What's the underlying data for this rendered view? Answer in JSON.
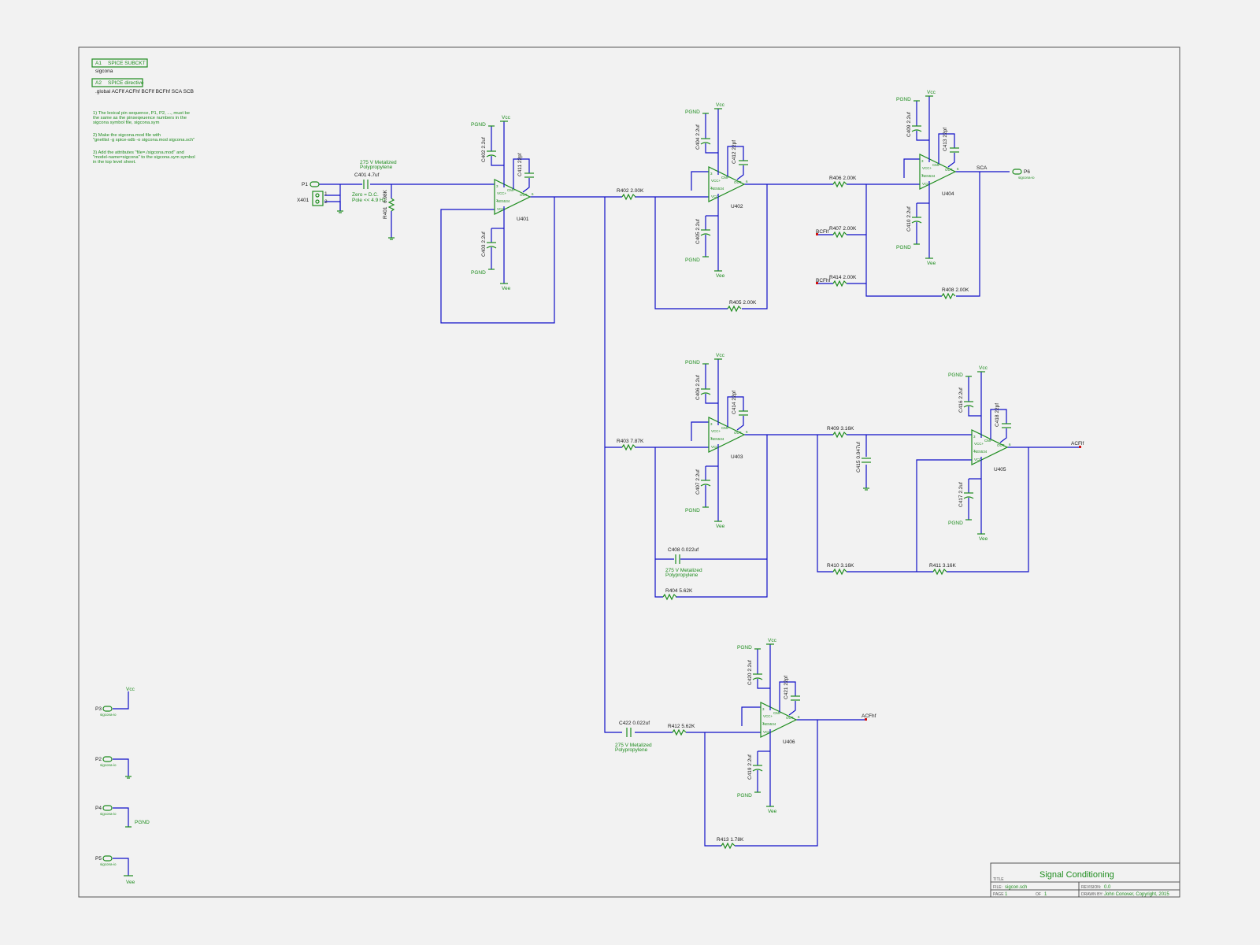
{
  "attributes": [
    {
      "tag": "A1",
      "label": "SPICE SUBCKT",
      "value": "sigcona"
    },
    {
      "tag": "A2",
      "label": "SPICE directive",
      "value": ".global ACFlf ACFhf BCFlf BCFhf SCA SCB"
    }
  ],
  "notes": [
    [
      "1) The lexical pin sequence, P1, P2, ..., must be",
      "the same as the pinseqeuence numbers in the",
      "sigcona symbol file, sigcona.sym"
    ],
    [
      "2) Make the sigcona.mod file with",
      "\"gnetlist -g spice-sdb -o sigcona.mod sigcona.sch\""
    ],
    [
      "3) Add the attributes \"file=./sigcona.mod\" and",
      "\"model-name=sigcona\" to the sigcona.sym symbol",
      "in the top level sheet."
    ]
  ],
  "nets": {
    "pgnd": "PGND",
    "vcc": "Vcc",
    "vee": "Vee"
  },
  "ports": {
    "p1": "P1",
    "p2": "P2",
    "p3": "P3",
    "p4": "P4",
    "p5": "P5",
    "p6": "P6"
  },
  "connector": {
    "ref": "X401",
    "pin1": "1",
    "pin2": "2"
  },
  "input_stage": {
    "cap_ref": "C401",
    "cap_val": "4.7uf",
    "cap_note1": "275 V Metalized",
    "cap_note2": "Polypropylene",
    "zero_note1": "Zero = D.C.",
    "zero_note2": "Pole << 4.9 Hz",
    "res_ref": "R401",
    "res_val": "6.98K"
  },
  "opamps": [
    {
      "ref": "U401",
      "part": "NE5534",
      "bypass_top": "C402 2.2uf",
      "bypass_bot": "C403 2.2uf",
      "comp": "C411 22pf"
    },
    {
      "ref": "U402",
      "part": "NE5534",
      "bypass_top": "C404 2.2uf",
      "bypass_bot": "C405 2.2uf",
      "comp": "C412 22pf"
    },
    {
      "ref": "U403",
      "part": "NE5534",
      "bypass_top": "C406 2.2uf",
      "bypass_bot": "C407 2.2uf",
      "comp": "C414 22pf"
    },
    {
      "ref": "U404",
      "part": "NE5534",
      "bypass_top": "C409 2.2uf",
      "bypass_bot": "C410 2.2uf",
      "comp": "C413 22pf"
    },
    {
      "ref": "U405",
      "part": "NE5534",
      "bypass_top": "C416 2.2uf",
      "bypass_bot": "C417 2.2uf",
      "comp": "C418 22pf"
    },
    {
      "ref": "U406",
      "part": "NE5534",
      "bypass_top": "C420 2.2uf",
      "bypass_bot": "C419 2.2uf",
      "comp": "C421 22pf"
    }
  ],
  "opamp_pins": {
    "vcc_p": "VCC+",
    "vcc_n": "VCC-",
    "cmp": "CMP",
    "out": "OUT",
    "p2": "2",
    "p3": "3",
    "p4": "4",
    "p6": "6",
    "p7": "7",
    "p8": "8",
    "p5": "5"
  },
  "resistors": {
    "r402": "R402  2.00K",
    "r403": "R403  7.87K",
    "r404": "R404  5.62K",
    "r405": "R405  2.00K",
    "r406": "R406  2.00K",
    "r407": "R407  2.00K",
    "r408": "R408  2.00K",
    "r409": "R409 3.16K",
    "r410": "R410 3.16K",
    "r411": "R411 3.16K",
    "r412": "R412  5.62K",
    "r413": "R413  1.78K",
    "r414": "R414  2.00K"
  },
  "caps": {
    "c408": "C408 0.022uf",
    "c408_n1": "275 V Metalized",
    "c408_n2": "Polypropylene",
    "c415": "C415 0.047uf",
    "c422": "C422 0.022uf",
    "c422_n1": "275 V Metalized",
    "c422_n2": "Polypropylene"
  },
  "signals": {
    "bcflf": "BCFlf",
    "bcfhf": "BCFhf",
    "sca": "SCA",
    "acflf": "ACFlf",
    "acfhf": "ACFhf"
  },
  "title_block": {
    "title_key": "TITLE",
    "title": "Signal Conditioning",
    "file_key": "FILE:",
    "file": "sigcon.sch",
    "page_key": "PAGE",
    "page": "1",
    "of_key": "OF",
    "of": "1",
    "rev_key": "REVISION:",
    "rev": "0.0",
    "drawn_key": "DRAWN BY:",
    "drawn": "John Conover, Copyright, 2015"
  },
  "colors": {
    "wire": "#1010c8",
    "component": "#1e8c1e",
    "pin": "#d01010",
    "background": "#f2f2f2"
  }
}
